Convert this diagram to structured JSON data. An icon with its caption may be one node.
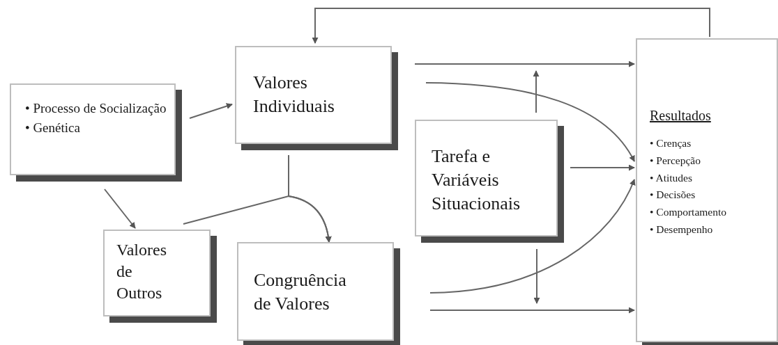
{
  "diagram": {
    "nodes": [
      {
        "text": [
          "• Processo de Socialização",
          "• Genética"
        ]
      },
      {
        "text": [
          "Valores Individuais"
        ]
      },
      {
        "text": [
          "Valores de Outros"
        ]
      },
      {
        "text": [
          "Congruência de Valores"
        ]
      },
      {
        "text": [
          "Tarefa e Variáveis Situacionais"
        ]
      },
      {
        "text": [
          "Resultados",
          "• Crenças",
          "• Percepção",
          "• Atitudes",
          "• Decisões",
          "• Comportamento",
          "• Desempenho"
        ]
      }
    ],
    "edges": [
      {
        "from": 0,
        "to": 1,
        "arrow": "to"
      },
      {
        "from": 0,
        "to": 2,
        "arrow": "to"
      },
      {
        "from": 1,
        "to": 3,
        "arrow": "to"
      },
      {
        "from": 2,
        "to": 3,
        "arrow": "to"
      },
      {
        "from": 1,
        "to": 5,
        "arrow": "to"
      },
      {
        "from": 1,
        "to": 5,
        "arrow": "to"
      },
      {
        "from": 4,
        "to": 5,
        "arrow": "to"
      },
      {
        "from": 3,
        "to": 5,
        "arrow": "to"
      },
      {
        "from": 3,
        "to": 5,
        "arrow": "to"
      },
      {
        "from": 4,
        "to": null,
        "arrow": "to"
      },
      {
        "from": 4,
        "to": null,
        "arrow": "to"
      },
      {
        "from": 5,
        "to": 1,
        "arrow": "to"
      }
    ]
  }
}
